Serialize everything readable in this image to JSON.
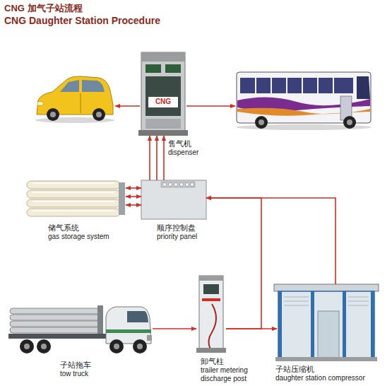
{
  "diagram": {
    "title": "CNG 加气子站流程",
    "nodes": [
      {
        "text": [
          "售气机",
          "dispenser"
        ]
      },
      {
        "text": [
          "储气系统",
          "gas storage system"
        ]
      },
      {
        "text": [
          "顺序控制盘",
          "priority panel"
        ]
      },
      {
        "text": [
          "子站拖车",
          "tow truck"
        ]
      },
      {
        "text": [
          "卸气柱",
          "trailer metering discharge post"
        ]
      },
      {
        "text": [
          "子站压缩机",
          "daughter station compressor"
        ]
      }
    ],
    "edges": [
      {
        "from": 1,
        "to": 2,
        "arrow": "both"
      },
      {
        "from": 2,
        "to": 0,
        "arrow": "to"
      },
      {
        "from": 3,
        "to": 4,
        "arrow": "to"
      },
      {
        "from": 4,
        "to": 5,
        "arrow": "to"
      },
      {
        "from": 5,
        "to": 2,
        "arrow": "to"
      },
      {
        "from": 4,
        "to": 2,
        "arrow": "to"
      }
    ],
    "labels": [
      "CNG Daughter Station Procedure",
      "CNG"
    ]
  }
}
